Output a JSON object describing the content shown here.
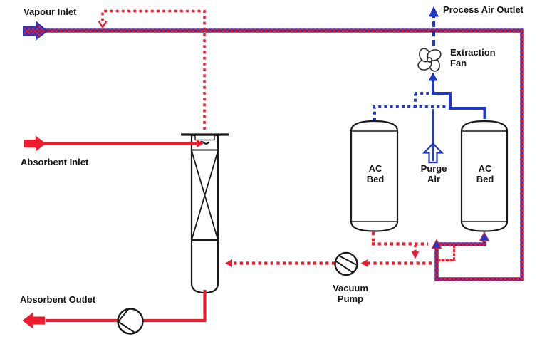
{
  "colors": {
    "red": "#EC1B2E",
    "blue": "#2038C8",
    "ink": "#161616",
    "line": "#1a1a1a"
  },
  "labels": {
    "vapour_inlet": "Vapour Inlet",
    "process_air_outlet": "Process Air Outlet",
    "extraction_fan": {
      "line1": "Extraction",
      "line2": "Fan"
    },
    "ac_bed": {
      "line1": "AC",
      "line2": "Bed"
    },
    "purge_air": {
      "line1": "Purge",
      "line2": "Air"
    },
    "vacuum_pump": {
      "line1": "Vacuum",
      "line2": "Pump"
    },
    "absorbent_inlet": "Absorbent Inlet",
    "absorbent_outlet": "Absorbent Outlet"
  },
  "icons": {
    "extraction_fan": "fan-icon",
    "vacuum_pump": "rotary-pump-icon",
    "absorbent_pump": "centrifugal-pump-icon"
  },
  "line_styles": {
    "vapour_feed": "red-blue-checkered",
    "recycle_vapour": "red-dotted",
    "vacuum_lines": "red-dotted",
    "process_air": "blue-dashed",
    "bed_balance": "blue-dotted",
    "purge_air": "blue-solid",
    "absorbent": "red-solid"
  }
}
